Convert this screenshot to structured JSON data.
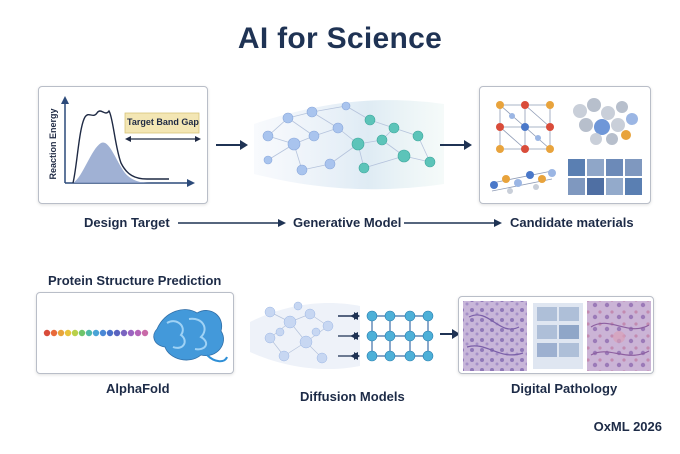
{
  "title": "AI for Science",
  "row1": {
    "plot": {
      "ylabel": "Reaction Energy",
      "annotation": "Target Band Gap"
    },
    "labels": {
      "design_target": "Design Target",
      "generative_model": "Generative Model",
      "candidate_materials": "Candidate materials"
    }
  },
  "row2": {
    "heading": "Protein Structure Prediction",
    "labels": {
      "alphafold": "AlphaFold",
      "diffusion_models": "Diffusion Models",
      "digital_pathology": "Digital Pathology"
    }
  },
  "footer": "OxML 2026",
  "colors": {
    "navy": "#1f3354",
    "node_blue": "#a9c4ee",
    "node_teal": "#5cc4b9",
    "curve_fill": "#8fa3cc",
    "annotation_bg": "#f3e6b4",
    "protein": "#2f8fd6"
  }
}
